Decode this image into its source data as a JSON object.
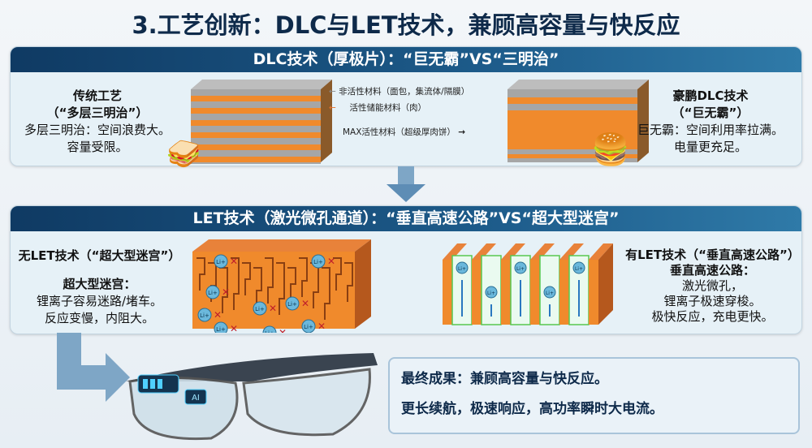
{
  "title": "3.工艺创新：DLC与LET技术，兼顾高容量与快反应",
  "dlc": {
    "header": "DLC技术（厚极片）：“巨无霸”VS“三明治”",
    "left": {
      "title": "传统工艺",
      "subtitle": "（“多层三明治”）",
      "line1": "多层三明治：空间浪费大。",
      "line2": "容量受限。"
    },
    "labels": {
      "inactive": "非活性材料（面包，集流体/隔膜）",
      "active": "活性储能材料（肉）",
      "max": "MAX活性材料（超级厚肉饼）"
    },
    "right": {
      "title": "豪鹏DLC技术",
      "subtitle": "（“巨无霸”）",
      "line1": "巨无霸：空间利用率拉满。",
      "line2": "电量更充足。"
    }
  },
  "let": {
    "header": "LET技术（激光微孔通道）：“垂直高速公路”VS“超大型迷宫”",
    "left": {
      "title": "无LET技术（“超大型迷宫”）",
      "subtitle": "超大型迷宫：",
      "line1": "锂离子容易迷路/堵车。",
      "line2": "反应变慢，内阻大。"
    },
    "right": {
      "title": "有LET技术（“垂直高速公路”）",
      "subtitle": "垂直高速公路：",
      "line1": "激光微孔，",
      "line2": "锂离子极速穿梭。",
      "line3": "极快反应，充电更快。"
    },
    "ion_label": "Li+"
  },
  "result": {
    "line1": "最终成果：兼顾高容量与快反应。",
    "line2": "更长续航，极速响应，高功率瞬时大电流。"
  },
  "glasses_label": "AI",
  "colors": {
    "navy": "#0f3a63",
    "orange": "#f08a2c",
    "gray": "#a6a6a6",
    "ion": "#6bb8dc"
  }
}
